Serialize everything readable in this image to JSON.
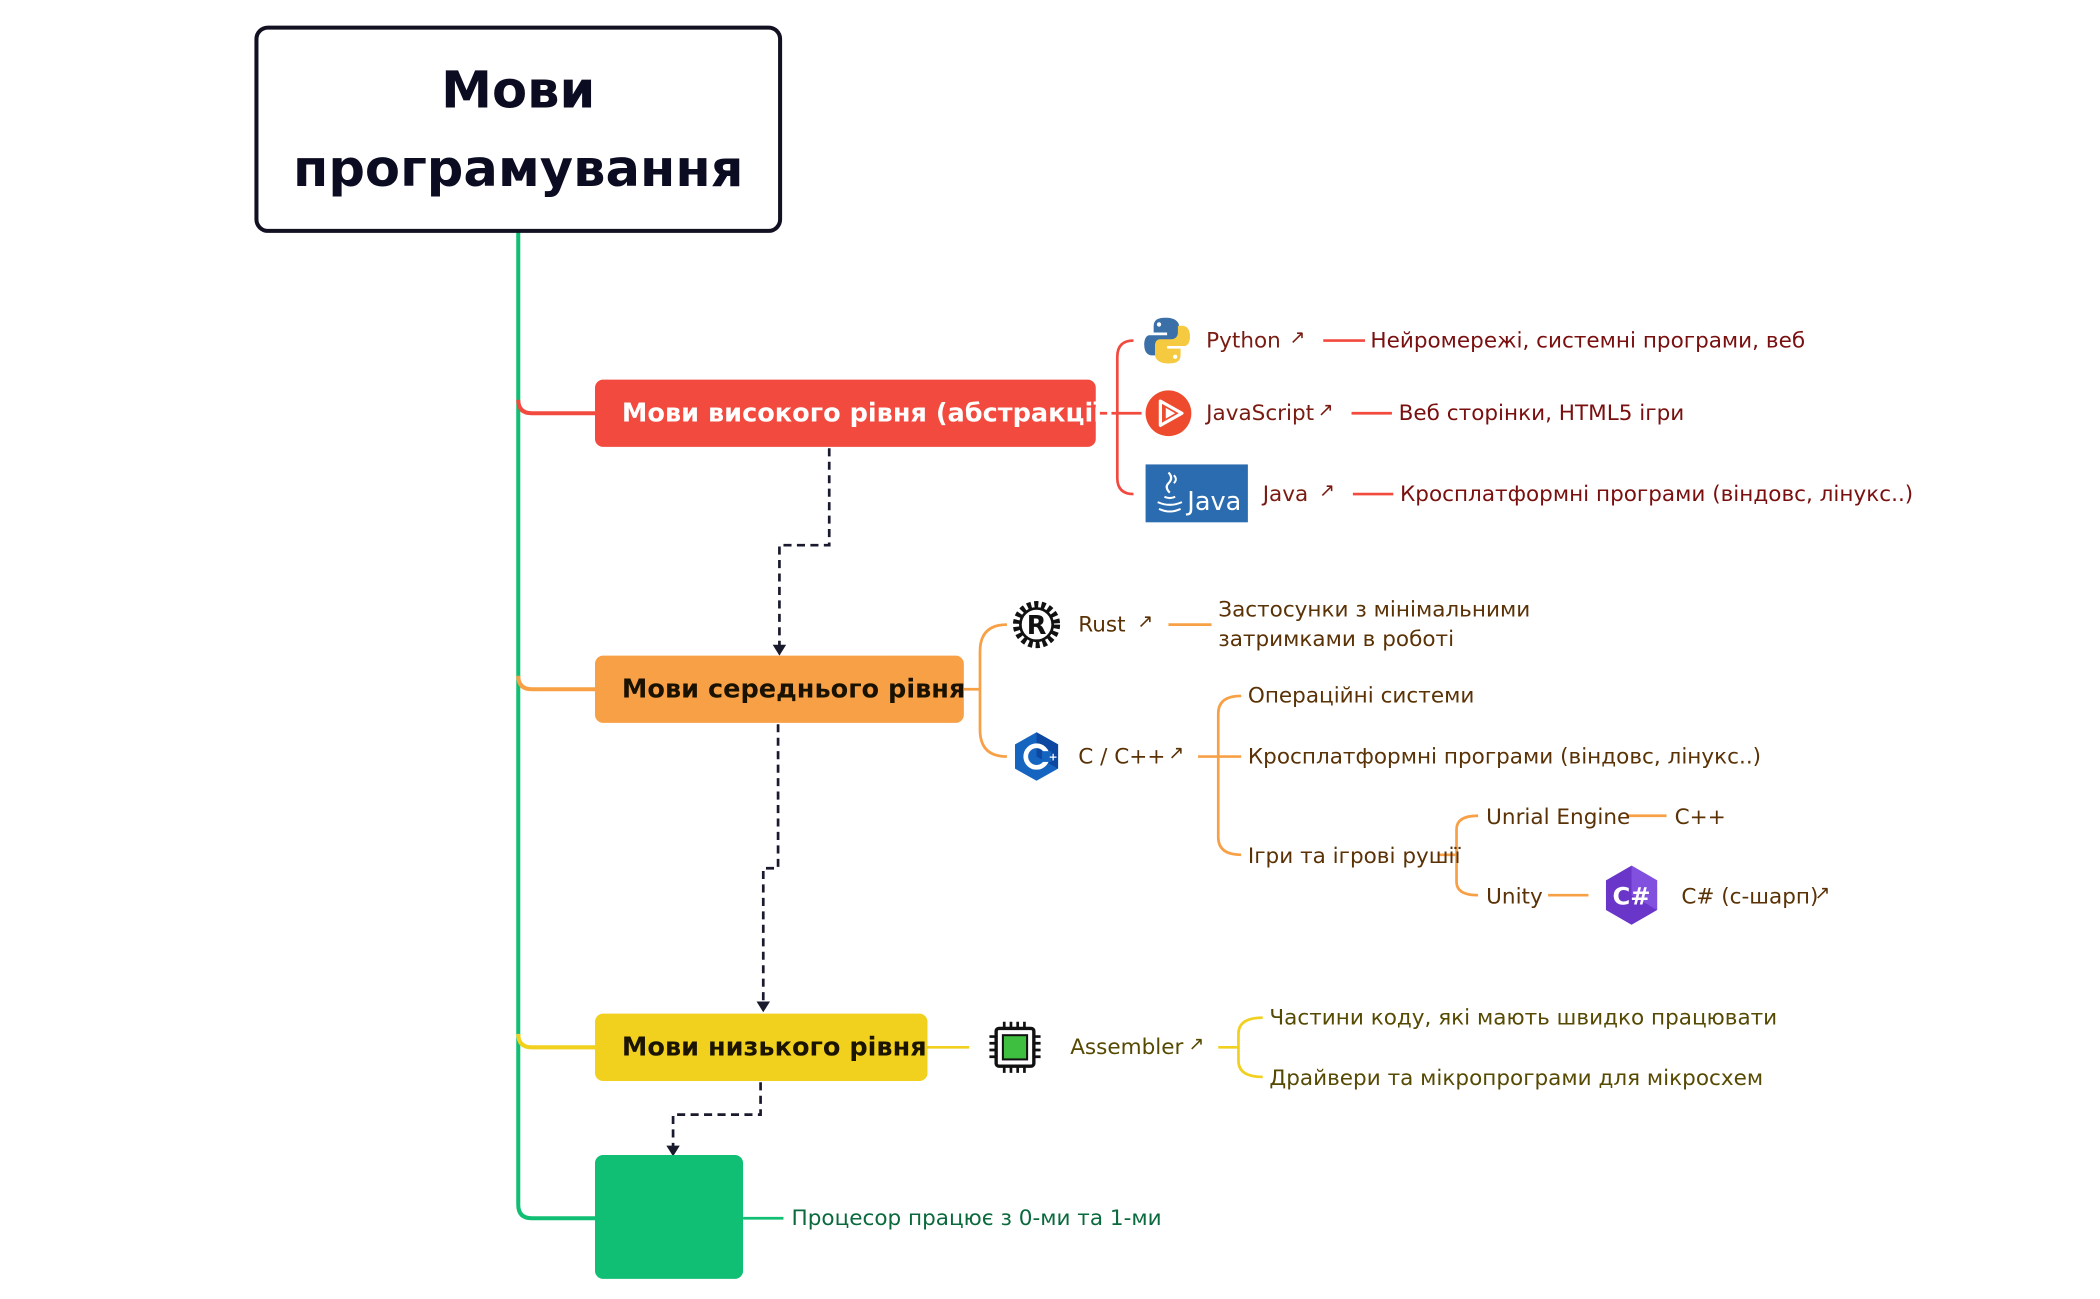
{
  "root": {
    "line1": "Мови",
    "line2": "програмування"
  },
  "colors": {
    "trunk": "#10be74",
    "high": "#f24a3e",
    "mid": "#f7a046",
    "low": "#f1d01e",
    "cpu": "#10be74",
    "dash": "#1a1a2e"
  },
  "categories": {
    "high": {
      "label": "Мови високого рівня (абстракції)"
    },
    "mid": {
      "label": "Мови середнього рівня"
    },
    "low": {
      "label": "Мови низького рівня"
    },
    "cpu": {
      "note": "Процесор працює з 0-ми та 1-ми",
      "icon": "cpu-chip-icon"
    }
  },
  "high_langs": [
    {
      "name": "Python",
      "icon": "python-logo-icon",
      "note": "Нейромережі, системні програми, веб"
    },
    {
      "name": "JavaScript",
      "icon": "javascript-logo-icon",
      "note": "Веб сторінки, HTML5 ігри"
    },
    {
      "name": "Java",
      "icon": "java-logo-icon",
      "logo_text": "Java",
      "note": "Кросплатформні програми (віндовс, лінукс..)"
    }
  ],
  "mid_langs": {
    "rust": {
      "name": "Rust",
      "icon": "rust-logo-icon",
      "note": "Застосунки з мінімальними затримками в роботі"
    },
    "cpp": {
      "name": "C / C++",
      "icon": "cpp-logo-icon",
      "uses": {
        "os": "Операційні системи",
        "cross": "Кросплатформні програми (віндовс, лінукс..)",
        "games": "Ігри та ігрові рушії"
      },
      "engines": {
        "unreal": {
          "name": "Unrial Engine",
          "lang": "C++"
        },
        "unity": {
          "name": "Unity",
          "lang": "C# (с-шарп)",
          "icon": "csharp-logo-icon"
        }
      }
    }
  },
  "low_langs": {
    "asm": {
      "name": "Assembler",
      "icon": "cpu-chip-icon",
      "notes": [
        "Частини коду, які мають швидко працювати",
        "Драйвери та мікропрограми для мікросхем"
      ]
    }
  },
  "link_icon": "external-link-icon"
}
